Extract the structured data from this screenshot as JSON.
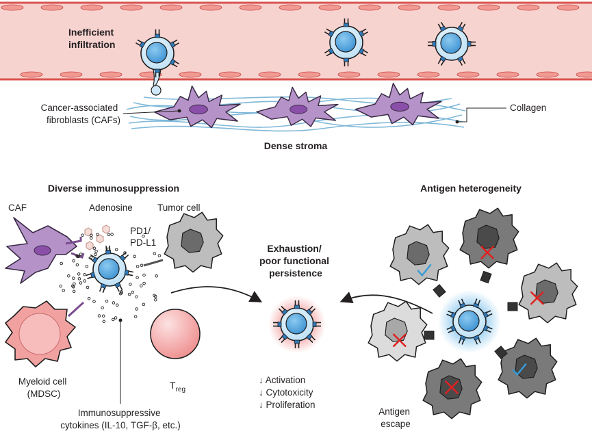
{
  "top": {
    "infiltration_label": [
      "Inefficient",
      "infiltration"
    ],
    "caf_label": [
      "Cancer-associated",
      "fibroblasts (CAFs)"
    ],
    "collagen_label": "Collagen",
    "stroma_label": "Dense stroma"
  },
  "suppression": {
    "title": "Diverse immunosuppression",
    "caf_label": "CAF",
    "adenosine_label": "Adenosine",
    "tumor_label": "Tumor cell",
    "pd1_label": [
      "PD1/",
      "PD-L1"
    ],
    "myeloid_label": [
      "Myeloid cell",
      "(MDSC)"
    ],
    "treg_main": "T",
    "treg_sub": "reg",
    "cytokines_label": [
      "Immunosuppressive",
      "cytokines (IL-10, TGF-β, etc.)"
    ]
  },
  "exhaustion": {
    "title": [
      "Exhaustion/",
      "poor functional",
      "persistence"
    ],
    "effects": [
      "↓ Activation",
      "↓ Cytotoxicity",
      "↓ Proliferation"
    ]
  },
  "heterogeneity": {
    "title": "Antigen heterogeneity",
    "escape_label": [
      "Antigen",
      "escape"
    ]
  },
  "colors": {
    "vessel_fill": "#f7d3d0",
    "vessel_border": "#d9534f",
    "tcell_blue": "#6cb6e4",
    "fibroblast": "#b593c9",
    "collagen": "#7fb8d8",
    "tumor_gray": "#9a9a9a",
    "myeloid_pink": "#f2a1a1",
    "cross_red": "#e02020",
    "check_blue": "#3a9bd6"
  },
  "icons": [
    "t-cell-icon",
    "fibroblast-icon",
    "tumor-cell-icon",
    "myeloid-cell-icon",
    "treg-cell-icon",
    "check-icon",
    "cross-icon",
    "arrow-icon"
  ]
}
